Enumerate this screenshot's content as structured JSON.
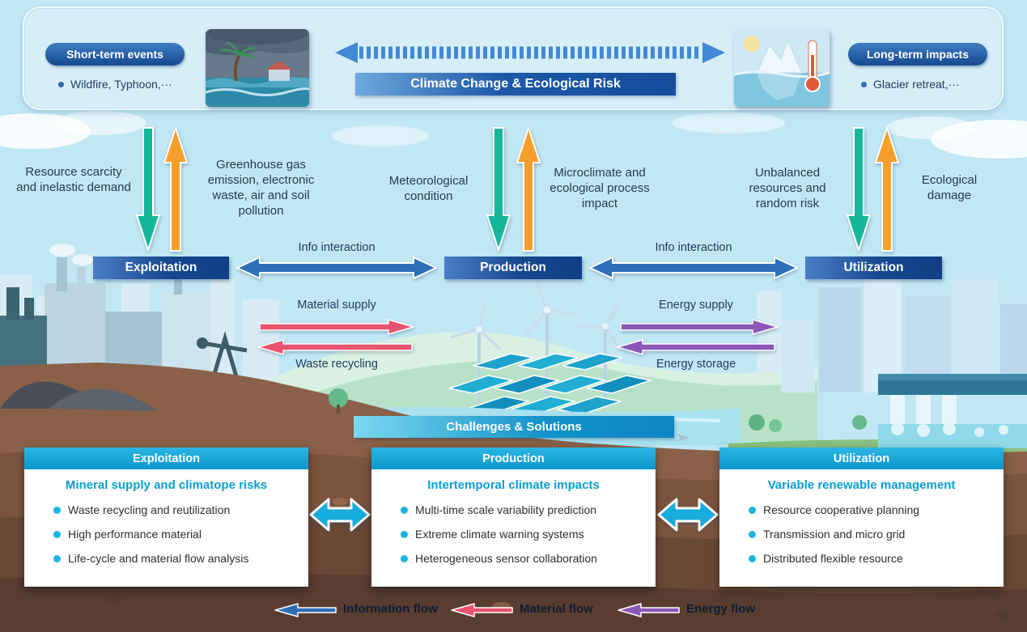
{
  "top_panel": {
    "left_badge": "Short-term events",
    "left_example": "Wildfire, Typhoon,···",
    "banner": "Climate Change & Ecological Risk",
    "right_badge": "Long-term impacts",
    "right_example": "Glacier retreat,···"
  },
  "impacts": {
    "exploitation_down": "Resource scarcity and inelastic demand",
    "exploitation_up": "Greenhouse gas emission, electronic waste, air and soil pollution",
    "production_down": "Meteorological condition",
    "production_up": "Microclimate and ecological process impact",
    "utilization_down": "Unbalanced resources and random risk",
    "utilization_up": "Ecological damage"
  },
  "stages": {
    "exploitation": "Exploitation",
    "production": "Production",
    "utilization": "Utilization"
  },
  "flows": {
    "info_left": "Info interaction",
    "info_right": "Info interaction",
    "material_supply": "Material supply",
    "waste_recycling": "Waste recycling",
    "energy_supply": "Energy supply",
    "energy_storage": "Energy storage"
  },
  "challenges": {
    "banner": "Challenges & Solutions",
    "cards": [
      {
        "header": "Exploitation",
        "title": "Mineral supply and climatope risks",
        "items": [
          "Waste recycling and reutilization",
          "High performance material",
          "Life-cycle and material flow analysis"
        ]
      },
      {
        "header": "Production",
        "title": "Intertemporal climate impacts",
        "items": [
          "Multi-time scale variability prediction",
          "Extreme climate warning systems",
          "Heterogeneous sensor collaboration"
        ]
      },
      {
        "header": "Utilization",
        "title": "Variable renewable management",
        "items": [
          "Resource cooperative planning",
          "Transmission and micro grid",
          "Distributed flexible resource"
        ]
      }
    ]
  },
  "legend": {
    "information": "Information flow",
    "material": "Material flow",
    "energy": "Energy flow"
  },
  "colors": {
    "teal_arrow": "#12b79c",
    "orange_arrow": "#f49f2b",
    "info_blue": "#2e6fba",
    "material_red": "#e8536e",
    "energy_purple": "#8c58b8",
    "stage_blue": "#1b55a6",
    "cyan_accent": "#14a5d6"
  }
}
